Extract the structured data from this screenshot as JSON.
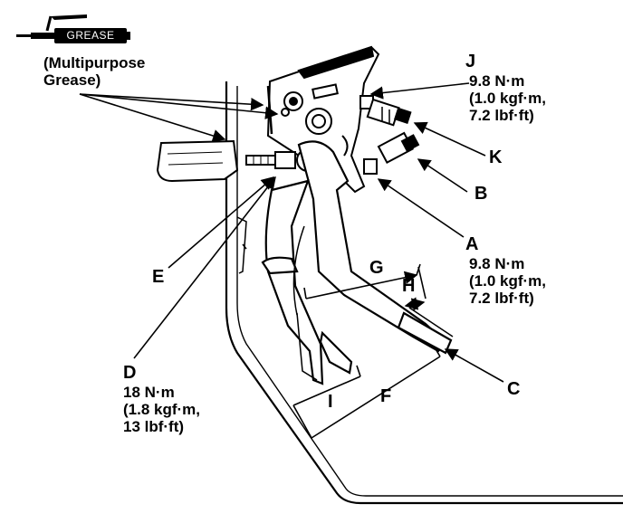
{
  "grease_icon": {
    "label": "GREASE",
    "caption_line1": "(Multipurpose",
    "caption_line2": "Grease)"
  },
  "callouts": {
    "A": {
      "letter": "A",
      "torque": [
        "9.8 N·m",
        "(1.0 kgf·m,",
        "7.2 lbf·ft)"
      ]
    },
    "B": {
      "letter": "B"
    },
    "C": {
      "letter": "C"
    },
    "D": {
      "letter": "D",
      "torque": [
        "18 N·m",
        "(1.8 kgf·m,",
        "13 lbf·ft)"
      ]
    },
    "E": {
      "letter": "E"
    },
    "F": {
      "letter": "F"
    },
    "G": {
      "letter": "G"
    },
    "H": {
      "letter": "H"
    },
    "I": {
      "letter": "I"
    },
    "J": {
      "letter": "J",
      "torque": [
        "9.8 N·m",
        "(1.0 kgf·m,",
        "7.2 lbf·ft)"
      ]
    },
    "K": {
      "letter": "K"
    }
  },
  "colors": {
    "ink": "#000000",
    "paper": "#ffffff"
  }
}
